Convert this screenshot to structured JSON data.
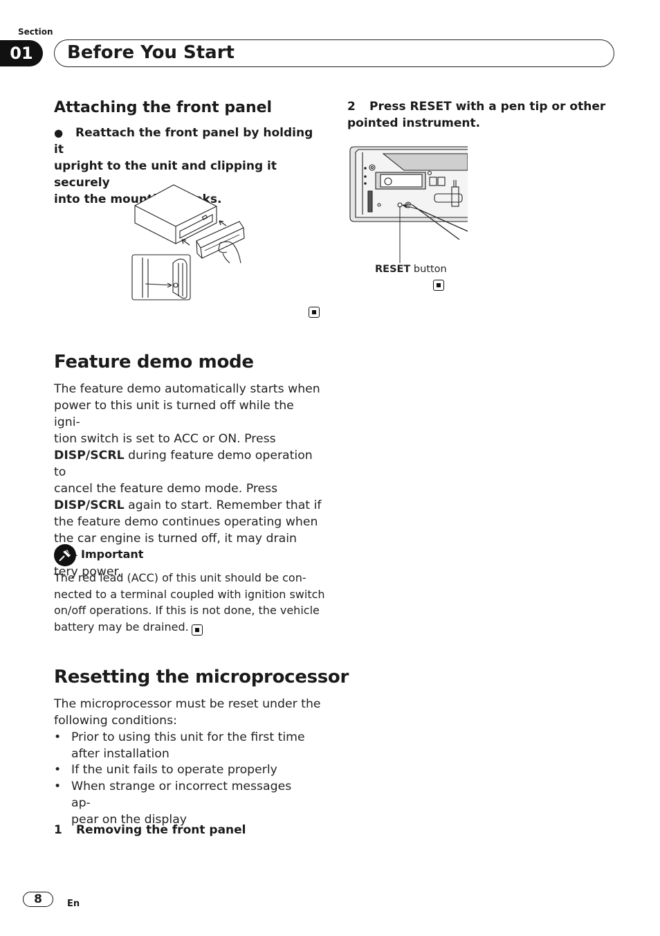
{
  "header": {
    "section_label": "Section",
    "section_number": "01",
    "chapter_title": "Before You Start"
  },
  "attaching": {
    "heading": "Attaching the front panel",
    "bullet_symbol": "●",
    "instruction_lines": [
      "Reattach the front panel by holding it",
      "upright to the unit and clipping it securely",
      "into the mounting hooks."
    ]
  },
  "reset_step": {
    "number": "2",
    "lines": [
      "Press RESET with a pen tip or other",
      "pointed instrument."
    ],
    "callout_bold": "RESET",
    "callout_rest": " button"
  },
  "demo": {
    "heading": "Feature demo mode",
    "lines": [
      {
        "pre": "The feature demo automatically starts when",
        "bold": "",
        "post": ""
      },
      {
        "pre": "power to this unit is turned off while the igni-",
        "bold": "",
        "post": ""
      },
      {
        "pre": "tion switch is set to ACC or ON. Press",
        "bold": "",
        "post": ""
      },
      {
        "pre": "",
        "bold": "DISP/SCRL",
        "post": " during feature demo operation to"
      },
      {
        "pre": "cancel the feature demo mode. Press",
        "bold": "",
        "post": ""
      },
      {
        "pre": "",
        "bold": "DISP/SCRL",
        "post": " again to start. Remember that if"
      },
      {
        "pre": "the feature demo continues operating when",
        "bold": "",
        "post": ""
      },
      {
        "pre": "the car engine is turned off, it may drain bat-",
        "bold": "",
        "post": ""
      },
      {
        "pre": "tery power.",
        "bold": "",
        "post": ""
      }
    ]
  },
  "important": {
    "label": "Important",
    "lines": [
      "The red lead (ACC) of this unit should be con-",
      "nected to a terminal coupled with ignition switch",
      "on/off operations. If this is not done, the vehicle",
      "battery may be drained."
    ]
  },
  "reset": {
    "heading": "Resetting the microprocessor",
    "intro_lines": [
      "The microprocessor must be reset under the",
      "following conditions:"
    ],
    "bullet_symbol": "•",
    "bullets": [
      [
        "Prior to using this unit for the first time",
        "after installation"
      ],
      [
        "If the unit fails to operate properly"
      ],
      [
        "When strange or incorrect messages ap-",
        "pear on the display"
      ]
    ],
    "step1_number": "1",
    "step1_text": "Removing the front panel"
  },
  "footer": {
    "page_number": "8",
    "language": "En"
  }
}
